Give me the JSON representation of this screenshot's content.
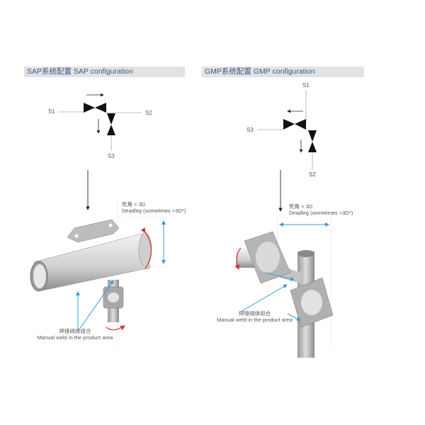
{
  "sap": {
    "title": "SAP系统配置 SAP configuration",
    "ports": [
      "S1",
      "S2",
      "S3"
    ],
    "deadleg_cn": "死角 < 3D",
    "deadleg_en": "Deadleg (sometimes >3D*)",
    "weld_cn": "焊接阀体组合",
    "weld_en": "Manual weld in the product area"
  },
  "gmp": {
    "title": "GMP系统配置 GMP configuration",
    "ports": [
      "S1",
      "S3",
      "S2"
    ],
    "deadleg_cn": "死角 < 3D",
    "deadleg_en": "Deadleg (sometimes >3D*)",
    "weld_cn": "焊接阀体组合",
    "weld_en": "Manual weld in the product area"
  },
  "colors": {
    "header_bg": "#e2e2e2",
    "header_text": "#3a5a8a",
    "arrow_blue": "#3a9ad6",
    "arrow_red": "#d03a30"
  }
}
